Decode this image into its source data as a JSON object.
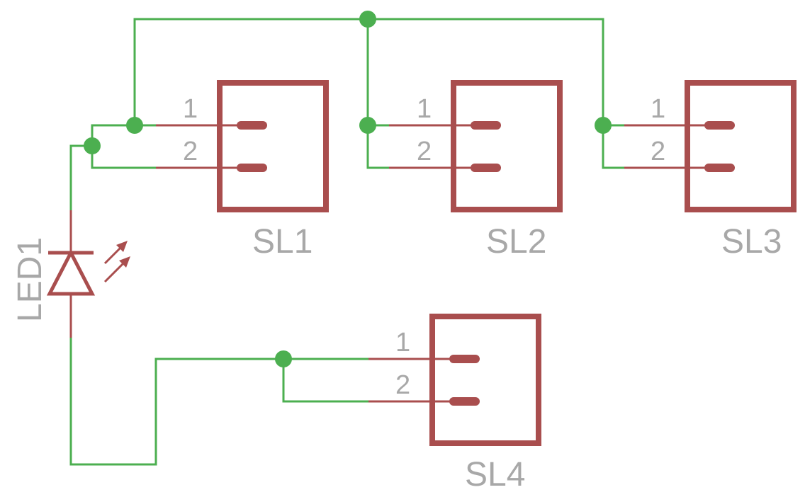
{
  "colors": {
    "wire": "#4caf50",
    "symbol": "#a94e4e",
    "label": "#a8a8a8",
    "background": "#ffffff"
  },
  "led": {
    "label": "LED1"
  },
  "connectors": [
    {
      "name": "SL1",
      "pins": [
        "1",
        "2"
      ]
    },
    {
      "name": "SL2",
      "pins": [
        "1",
        "2"
      ]
    },
    {
      "name": "SL3",
      "pins": [
        "1",
        "2"
      ]
    },
    {
      "name": "SL4",
      "pins": [
        "1",
        "2"
      ]
    }
  ]
}
